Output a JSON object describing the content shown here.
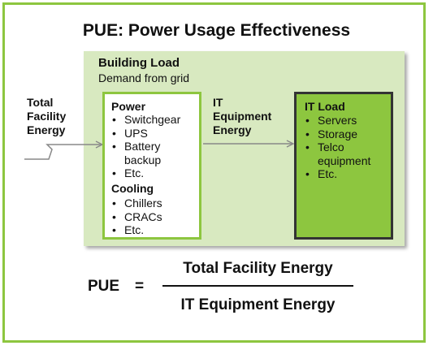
{
  "title": "PUE:  Power Usage Effectiveness",
  "building": {
    "title": "Building Load",
    "subtitle": "Demand from grid"
  },
  "facility_label": [
    "Total",
    "Facility",
    "Energy"
  ],
  "power_box": {
    "power_heading": "Power",
    "power_items": [
      "Switchgear",
      "UPS",
      "Battery backup",
      "Etc."
    ],
    "cooling_heading": "Cooling",
    "cooling_items": [
      "Chillers",
      "CRACs",
      "Etc."
    ]
  },
  "it_equipment_label": [
    "IT",
    "Equipment",
    "Energy"
  ],
  "it_load_box": {
    "heading": "IT Load",
    "items": [
      "Servers",
      "Storage",
      "Telco equipment",
      "Etc."
    ]
  },
  "formula": {
    "lhs": "PUE",
    "equals": "=",
    "numerator": "Total Facility Energy",
    "denominator": "IT Equipment Energy"
  },
  "colors": {
    "frame": "#8dc63f",
    "building_fill": "#d8e9c0",
    "it_load_fill": "#8dc63f",
    "arrow": "#888888"
  }
}
